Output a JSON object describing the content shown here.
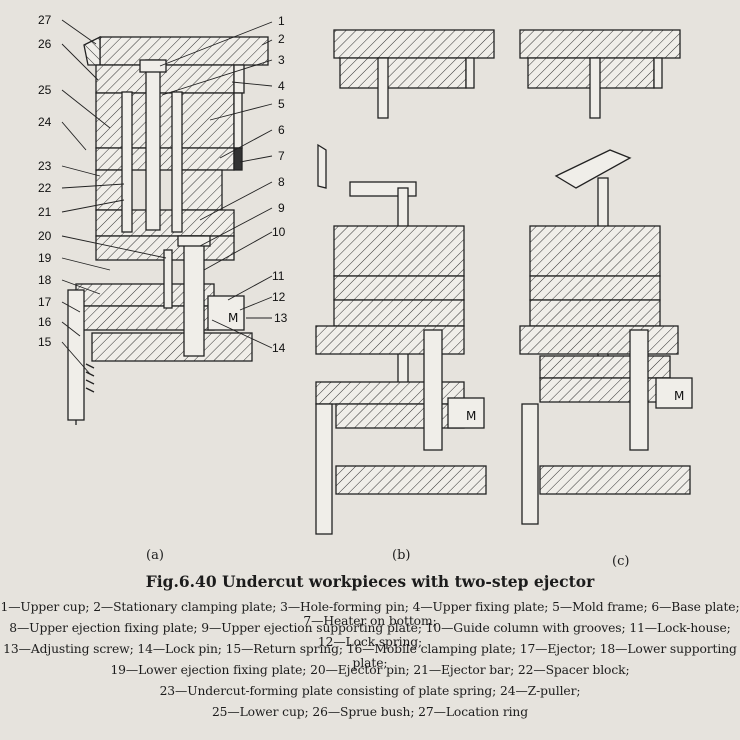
{
  "figure": {
    "caption": "Fig.6.40    Undercut workpieces with two-step ejector",
    "subfigure_labels": [
      "(a)",
      "(b)",
      "(c)"
    ],
    "callout_numbers": [
      "1",
      "2",
      "3",
      "4",
      "5",
      "6",
      "7",
      "8",
      "9",
      "10",
      "11",
      "12",
      "13",
      "14",
      "15",
      "16",
      "17",
      "18",
      "19",
      "20",
      "21",
      "22",
      "23",
      "24",
      "25",
      "26",
      "27"
    ],
    "legend_lines": [
      "1—Upper cup; 2—Stationary clamping plate; 3—Hole-forming pin; 4—Upper fixing plate; 5—Mold frame; 6—Base plate; 7—Heater on bottom;",
      "8—Upper ejection fixing plate; 9—Upper ejection supporting plate; 10—Guide column with grooves; 11—Lock-house; 12—Lock spring;",
      "13—Adjusting screw; 14—Lock pin; 15—Return spring; 16—Mobile clamping plate; 17—Ejector; 18—Lower supporting plate;",
      "19—Lower ejection fixing plate; 20—Ejector pin; 21—Ejector bar; 22—Spacer block;",
      "23—Undercut-forming plate consisting of plate spring; 24—Z-puller;",
      "25—Lower cup; 26—Sprue bush; 27—Location ring"
    ]
  }
}
